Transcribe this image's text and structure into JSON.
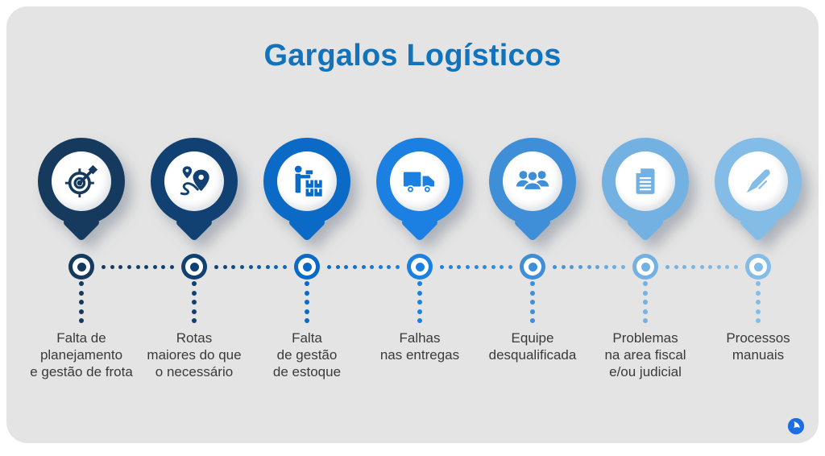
{
  "title": {
    "text": "Gargalos Logísticos",
    "color": "#1273bd"
  },
  "colors": {
    "page_bg": "#ffffff",
    "card_bg": "#e4e4e4",
    "label_text": "#3a3a3a"
  },
  "items": [
    {
      "id": "falta-planejamento",
      "icon_name": "target-dart-icon",
      "color": "#163a5e",
      "lines": [
        "Falta de",
        "planejamento",
        "e gestão de frota"
      ]
    },
    {
      "id": "rotas-maiores",
      "icon_name": "route-pins-icon",
      "color": "#114173",
      "lines": [
        "Rotas",
        "maiores do que",
        "o necessário"
      ]
    },
    {
      "id": "gestao-estoque",
      "icon_name": "inventory-person-icon",
      "color": "#0a6ac5",
      "lines": [
        "Falta",
        "de gestão",
        "de estoque"
      ]
    },
    {
      "id": "falhas-entregas",
      "icon_name": "delivery-truck-icon",
      "color": "#1b80e2",
      "lines": [
        "Falhas",
        "nas entregas"
      ]
    },
    {
      "id": "equipe",
      "icon_name": "people-group-icon",
      "color": "#3e8ed8",
      "lines": [
        "Equipe",
        "desqualificada"
      ]
    },
    {
      "id": "fiscal-judicial",
      "icon_name": "document-icon",
      "color": "#72b1e1",
      "lines": [
        "Problemas",
        "na area fiscal",
        "e/ou judicial"
      ]
    },
    {
      "id": "processos-manuais",
      "icon_name": "pen-icon",
      "color": "#83bce7",
      "lines": [
        "Processos",
        "manuais"
      ]
    }
  ],
  "logo": {
    "circle_color": "#1b6ee3",
    "glyph_color": "#ffffff"
  }
}
